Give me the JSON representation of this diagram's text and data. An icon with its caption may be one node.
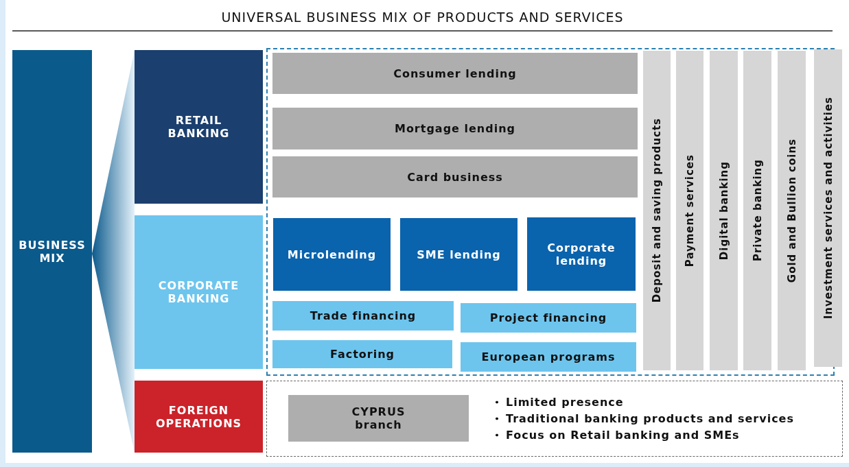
{
  "diagram": {
    "title": "UNIVERSAL BUSINESS MIX OF PRODUCTS AND SERVICES",
    "nodes": [
      {
        "text": [
          "BUSINESS MIX"
        ]
      },
      {
        "text": [
          "RETAIL BANKING"
        ]
      },
      {
        "text": [
          "CORPORATE BANKING"
        ]
      },
      {
        "text": [
          "FOREIGN OPERATIONS"
        ]
      },
      {
        "text": [],
        "shape": "box"
      },
      {
        "text": [
          "Consumer lending"
        ],
        "in": 4
      },
      {
        "text": [
          "Mortgage lending"
        ],
        "in": 4
      },
      {
        "text": [
          "Card business"
        ],
        "in": 4
      },
      {
        "text": [
          "Microlending"
        ],
        "in": 4
      },
      {
        "text": [
          "SME lending"
        ],
        "in": 4
      },
      {
        "text": [
          "Corporate lending"
        ],
        "in": 4
      },
      {
        "text": [
          "Trade financing"
        ],
        "in": 4
      },
      {
        "text": [
          "Project financing"
        ],
        "in": 4
      },
      {
        "text": [
          "Factoring"
        ],
        "in": 4
      },
      {
        "text": [
          "European programs"
        ],
        "in": 4
      },
      {
        "text": [
          "Deposit and saving products"
        ],
        "in": 4
      },
      {
        "text": [
          "Payment services"
        ],
        "in": 4
      },
      {
        "text": [
          "Digital banking"
        ],
        "in": 4
      },
      {
        "text": [
          "Private banking"
        ],
        "in": 4
      },
      {
        "text": [
          "Gold and Bullion coins"
        ],
        "in": 4
      },
      {
        "text": [
          "Investment services and activities"
        ],
        "in": 4
      },
      {
        "text": [
          "Limited presence",
          "Traditional banking products and services",
          "Focus on Retail banking and SMEs"
        ]
      },
      {
        "text": [
          "CYPRUS branch"
        ],
        "in": 21
      }
    ],
    "edges": []
  }
}
